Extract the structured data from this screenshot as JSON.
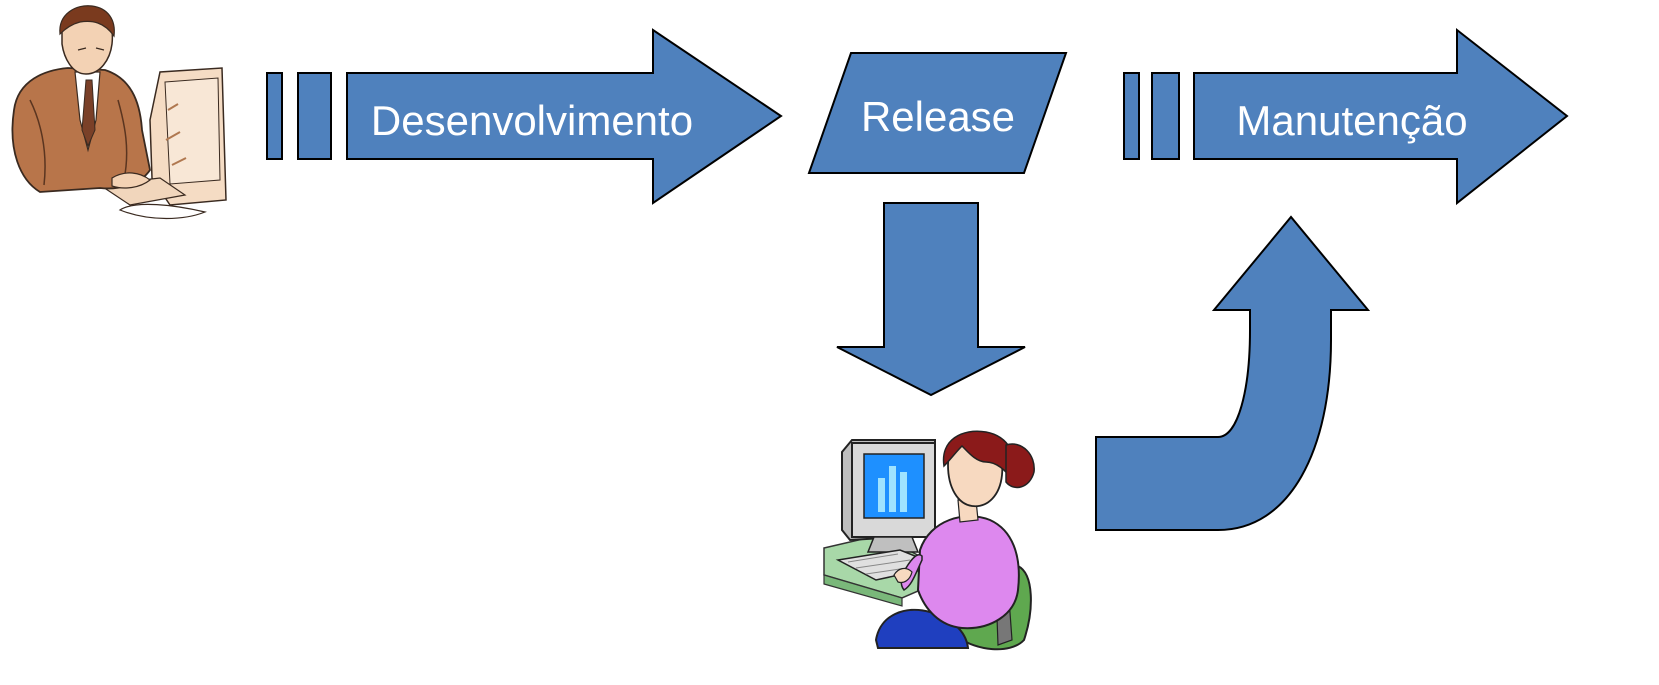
{
  "diagram": {
    "stages": {
      "development": "Desenvolvimento",
      "release": "Release",
      "maintenance": "Manutenção"
    },
    "colors": {
      "shape_fill": "#4f81bd",
      "shape_stroke": "#000000",
      "label_text": "#ffffff"
    },
    "icons": {
      "developer": "man-at-computer-clipart",
      "user": "woman-at-computer-clipart"
    }
  }
}
